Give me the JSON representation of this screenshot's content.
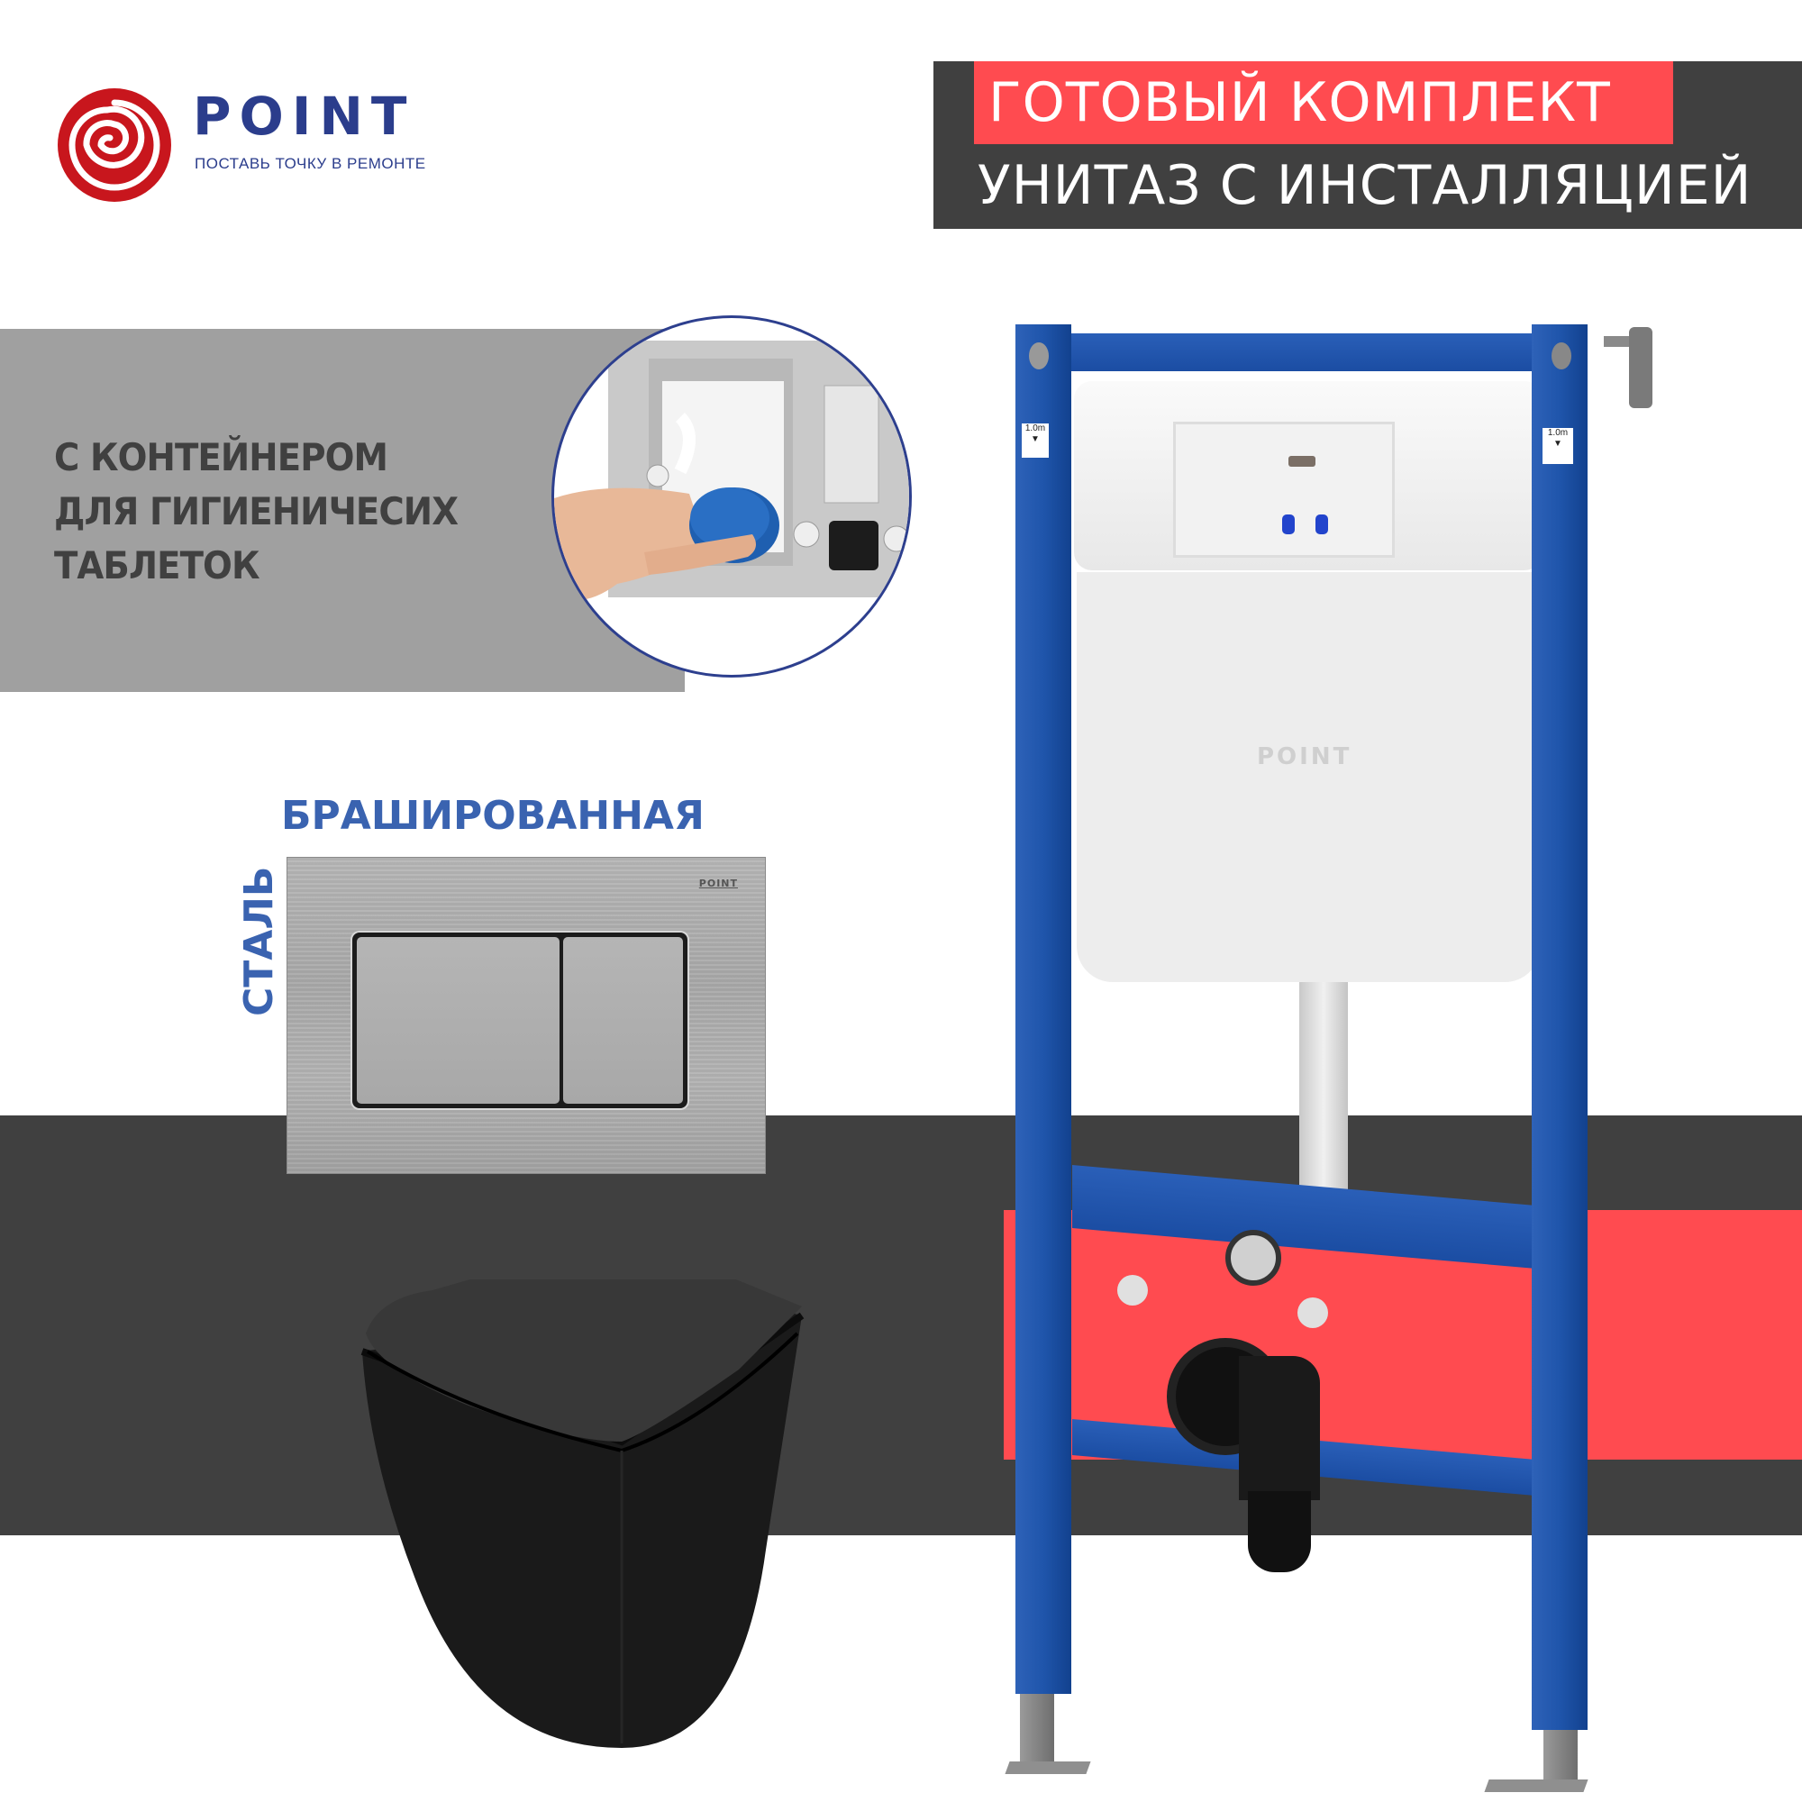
{
  "brand": {
    "name": "POINT",
    "tagline": "ПОСТАВЬ ТОЧКУ В РЕМОНТЕ",
    "primary_color": "#2b3d8c",
    "logo_color": "#c8161d"
  },
  "header": {
    "line1": "ГОТОВЫЙ КОМПЛЕКТ",
    "line2": "УНИТАЗ С ИНСТАЛЛЯЦИЕЙ",
    "highlight_color": "#ff4b50",
    "background_color": "#404040"
  },
  "feature": {
    "lines": [
      "С КОНТЕЙНЕРОМ",
      "ДЛЯ ГИГИЕНИЧЕСИХ",
      "ТАБЛЕТОК"
    ],
    "image_icon": "hygiene-tablet-container-photo"
  },
  "flush_plate": {
    "finish_word1": "БРАШИРОВАННАЯ",
    "finish_word2": "СТАЛЬ",
    "plate_logo": "POINT",
    "buttons": [
      "large-flush",
      "small-flush"
    ],
    "label_color": "#3a63b0"
  },
  "installation": {
    "height_marker_left": "1.0m",
    "height_marker_right": "1.0m",
    "tank_logo": "POINT",
    "frame_color": "#1f55ab"
  },
  "toilet": {
    "color": "black",
    "type": "wall-hung"
  },
  "decor": {
    "band_dark": "#404040",
    "band_red": "#ff4b50",
    "panel_gray": "#a0a0a0"
  }
}
